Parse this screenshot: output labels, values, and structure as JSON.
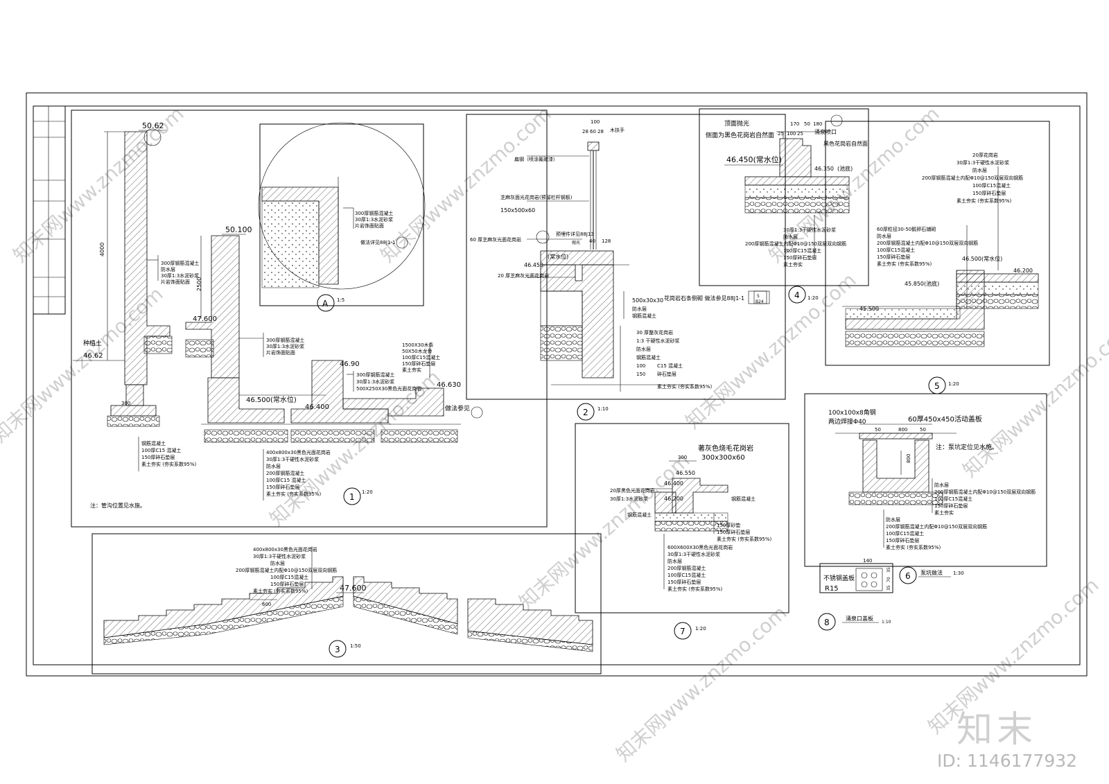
{
  "watermark": {
    "site": "知末网www.znzmo.com",
    "brand": "知末",
    "id": "ID: 1146177932"
  },
  "detail1": {
    "circle": "1",
    "scale": "1:20",
    "elev_wall_top": "50.62",
    "elev_wall2_top": "50.100",
    "elev_ground": "46.62",
    "elev_step": "47.600",
    "elev_water": "46.500(常水位)",
    "elev_pool": "46.90",
    "elev_bottom": "46.400",
    "elev_edge": "46.630",
    "dim_height": "4000",
    "dim_height2": "2500",
    "dim_top": "300",
    "label_soil": "种植土",
    "label_ref": "做法参见",
    "layers_wall": [
      "300厚钢筋混凝土",
      "防水层",
      "30厚1:3水泥砂浆",
      "片岩饰面贴面"
    ],
    "layers_wall2": [
      "300厚钢筋混凝土",
      "30厚1:3水泥砂浆",
      "片岩饰面贴面"
    ],
    "layers_base": [
      "钢筋混凝土",
      "100厚C15 混凝土",
      "150厚碎石垫层",
      "素土夯实 (夯实系数95%)"
    ],
    "layers_pool": [
      "300厚钢筋混凝土",
      "30厚1:3水泥砂浆",
      "500X250X30黑色光面花岗岩"
    ],
    "layers_edge": [
      "1500X30木条",
      "50X50木龙骨",
      "100厚C15混凝土",
      "150厚碎石垫层",
      "素土夯实"
    ],
    "layers_floor": [
      "400x800x30黑色光面花岗岩",
      "30厚1:3干硬性水泥砂浆",
      "防水层",
      "200厚钢筋混凝土",
      "100厚C15 混凝土",
      "150厚碎石垫层",
      "素土夯实 (夯实系数95%)"
    ],
    "note": "注：管沟位置见水施。"
  },
  "detailA": {
    "circle": "A",
    "scale": "1:5",
    "layers": [
      "300厚钢筋混凝土",
      "30厚1:3水泥砂浆",
      "片岩饰面贴面"
    ],
    "ref": "做法详见88J1-1"
  },
  "detail2": {
    "circle": "2",
    "scale": "1:10",
    "dims_top": [
      "100",
      "28",
      "60",
      "28"
    ],
    "dims_mid": [
      "40",
      "128"
    ],
    "elev": "46.450",
    "elev_label": "(常水位)",
    "label_top": "木扶手",
    "labels_left": [
      "扁钢（喷涂氟碳漆）",
      "芝麻灰面光花岗岩(预留栏杆钢板)",
      "150x500x60",
      "60 厚芝麻灰光面花岗岩",
      "预埋件详见88J13",
      "20 厚芝麻灰光面花岗岩",
      "抛光"
    ],
    "label_spec": "500x30x30",
    "label_ref": "花岗岩石条侧砌 做法参见88J1-1",
    "layers_right": [
      "防水层",
      "钢筋混凝土",
      "30  厚整灰花岗岩",
      "1:3  干硬性水泥砂浆",
      "防水层",
      "钢筋混凝土",
      "100",
      "C15  混凝土",
      "150",
      "碎石垫层",
      "素土夯实 (夯实系数95%)"
    ]
  },
  "detail3": {
    "circle": "3",
    "scale": "1:50",
    "elev": "47.600",
    "dim": "600",
    "layers": [
      "400x800x30黑色光面花岗岩",
      "30厚1:3干硬性水泥砂浆",
      "防水层",
      "200厚钢筋混凝土内配Φ10@150双层双向钢筋",
      "100厚C15混凝土",
      "150厚碎石垫层",
      "素土夯实 (夯实系数95%)"
    ]
  },
  "detail4": {
    "circle": "4",
    "scale": "1:20",
    "dims": [
      "170",
      "50",
      "180",
      "25",
      "100",
      "25"
    ],
    "labels": [
      "顶面抛光",
      "侧面为黑色花岗岩自然面",
      "涌泉喷口",
      "黑色花岗岩自然面"
    ],
    "elev": "46.450(常水位)",
    "elev2": "46.350",
    "elev2_label": "(池底)",
    "layers": [
      "30厚1:3干硬性水泥砂浆",
      "防水层",
      "200厚钢筋混凝土内配Φ10@150双层双向钢筋",
      "100厚C15混凝土",
      "150厚碎石垫层",
      "素土夯实"
    ],
    "ref_circle": "5",
    "ref_sheet": "B24"
  },
  "detail5": {
    "circle": "5",
    "scale": "1:20",
    "layers_top": [
      "20厚花岗岩",
      "30厚1:3干硬性水泥砂浆",
      "防水层",
      "200厚钢筋混凝土内配Φ10@150双层双向钢筋",
      "100厚C15混凝土",
      "150厚碎石垫层",
      "素土夯实 (夯实系数95%)"
    ],
    "layers_mid": [
      "60厚粒径30-50鹅卵石铺砌",
      "防水层",
      "200厚钢筋混凝土内配Φ10@150双层双向钢筋",
      "100厚C15混凝土",
      "150厚碎石垫层",
      "素土夯实 (夯实系数95%)"
    ],
    "elev1": "46.500(常水位)",
    "elev2": "46.200",
    "elev3": "45.850(池底)",
    "elev4": "45.500"
  },
  "detail6": {
    "circle": "6",
    "title": "泵坑做法",
    "scale": "1:30",
    "labels": [
      "100x100x8角钢",
      "两边焊接Φ40",
      "60厚450x450活动盖板",
      "注：泵坑定位见水施。"
    ],
    "dims": [
      "50",
      "800",
      "50"
    ],
    "dim_v": "800",
    "layers": [
      "防水层",
      "200厚钢筋混凝土内配Φ10@150双层双向钢筋",
      "100厚C15混凝土",
      "150厚碎石垫层",
      "素土夯实"
    ],
    "layers2": [
      "防水层",
      "200厚钢筋混凝土内配Φ10@150双层双向钢筋",
      "100厚C15混凝土",
      "150厚碎石垫层",
      "素土夯实 (夯实系数95%)"
    ]
  },
  "detail7": {
    "circle": "7",
    "scale": "1:20",
    "labels": [
      "著灰色烧毛花岗岩",
      "300x300x60"
    ],
    "dim": "300",
    "elev1": "46.550",
    "elev2": "46.400",
    "elev3": "46.200",
    "layers_left": [
      "20厚黑色光面花岗岩",
      "30厚1:3水泥砂浆",
      "钢筋混凝土"
    ],
    "label_right": "钢筋混凝土",
    "layers_mid": [
      "150厚砂垫",
      "150厚碎石垫层",
      "素土夯实 (夯实系数95%)"
    ],
    "layers_bottom": [
      "600X600X30黑色光面花岗岩",
      "30厚1:3干硬性水泥砂浆",
      "防水层",
      "200厚钢筋混凝土",
      "100厚C15混凝土",
      "150厚碎石垫层",
      "素土夯实 (夯实系数95%)"
    ]
  },
  "detail8": {
    "circle": "8",
    "title": "涌泉口盖板",
    "scale": "1:10",
    "label": "不锈钢盖板",
    "radius": "R15",
    "dim": "140",
    "dims_v": [
      "35",
      "70",
      "35"
    ]
  }
}
